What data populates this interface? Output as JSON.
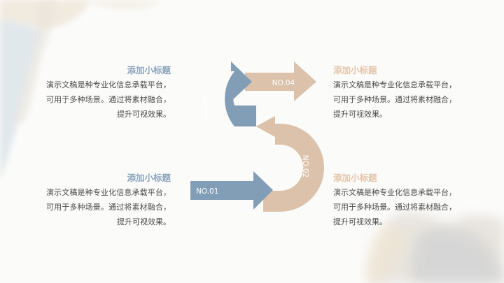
{
  "colors": {
    "blue": "#819eb6",
    "tan": "#dcc2aa",
    "title_blue": "#8ba4bb",
    "title_tan": "#e3c5a8",
    "text": "#4a4a4a"
  },
  "blocks": [
    {
      "position": "top-left",
      "title": "添加小标题",
      "body": "演示文稿是种专业化信息承载平台，可用于多种场景。通过将素材融合，提升可视效果。"
    },
    {
      "position": "top-right",
      "title": "添加小标题",
      "body": "演示文稿是种专业化信息承载平台，可用于多种场景。通过将素材融合，提升可视效果。"
    },
    {
      "position": "bottom-left",
      "title": "添加小标题",
      "body": "演示文稿是种专业化信息承载平台，可用于多种场景。通过将素材融合，提升可视效果。"
    },
    {
      "position": "bottom-right",
      "title": "添加小标题",
      "body": "演示文稿是种专业化信息承载平台，可用于多种场景。通过将素材融合，提升可视效果。"
    }
  ],
  "steps": [
    {
      "label": "NO.01"
    },
    {
      "label": "NO.02"
    },
    {
      "label": "NO.03"
    },
    {
      "label": "NO.04"
    }
  ]
}
